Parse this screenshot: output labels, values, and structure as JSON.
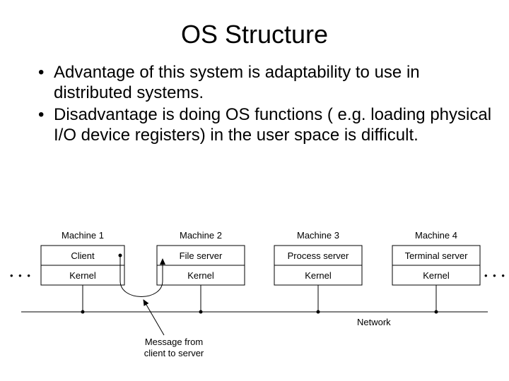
{
  "title": "OS Structure",
  "bullets": [
    "Advantage of this system is adaptability to use in distributed systems.",
    "Disadvantage is doing OS functions ( e.g. loading physical I/O device registers) in the user space is difficult."
  ],
  "diagram": {
    "machines": [
      {
        "name": "Machine 1",
        "top": "Client",
        "bottom": "Kernel"
      },
      {
        "name": "Machine 2",
        "top": "File server",
        "bottom": "Kernel"
      },
      {
        "name": "Machine 3",
        "top": "Process server",
        "bottom": "Kernel"
      },
      {
        "name": "Machine 4",
        "top": "Terminal server",
        "bottom": "Kernel"
      }
    ],
    "network_label": "Network",
    "message_label_line1": "Message from",
    "message_label_line2": "client to server",
    "ellipsis": "• • •"
  }
}
